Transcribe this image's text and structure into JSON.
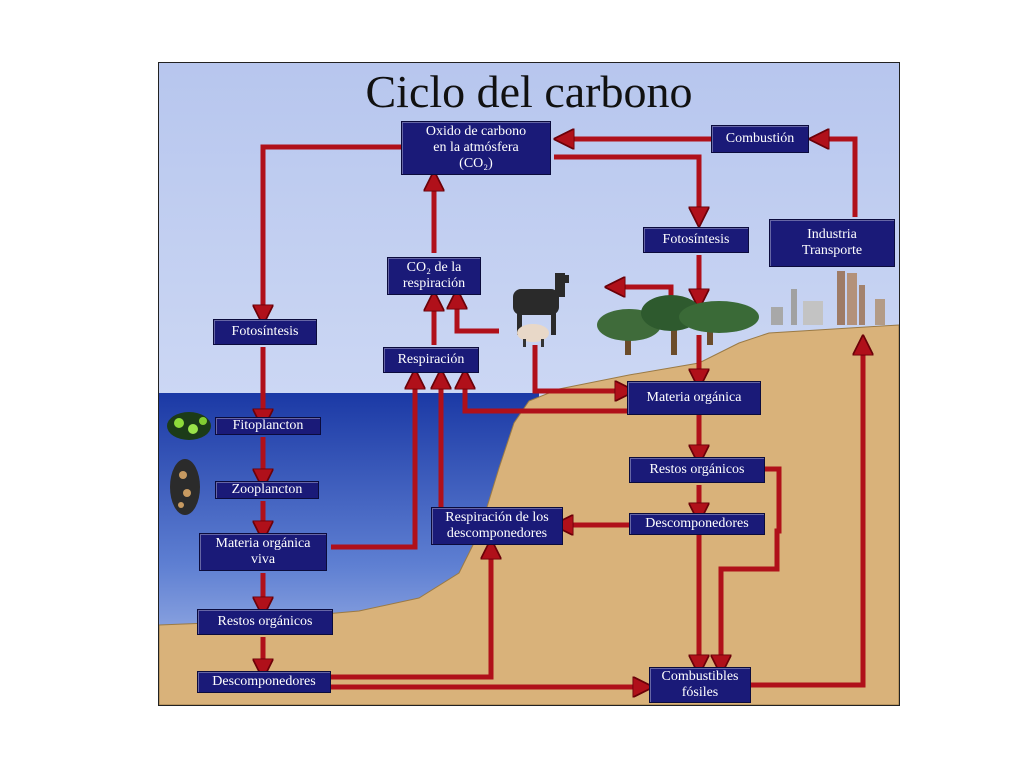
{
  "title": "Ciclo del carbono",
  "nodes": {
    "co2_atm": "Oxido de carbono\nen la atmósfera\n(CO₂)",
    "combustion": "Combustión",
    "industria": "Industria\nTransporte",
    "fotosintesis_land": "Fotosíntesis",
    "co2_resp": "CO₂ de la\nrespiración",
    "fotosintesis_sea": "Fotosíntesis",
    "respiracion": "Respiración",
    "materia_organica": "Materia orgánica",
    "fitoplancton": "Fitoplancton",
    "zooplancton": "Zooplancton",
    "restos_land": "Restos orgánicos",
    "resp_descomp": "Respiración de los\ndescomponedores",
    "descomp_land": "Descomponedores",
    "materia_viva": "Materia orgánica\nviva",
    "restos_sea": "Restos orgánicos",
    "descomp_sea": "Descomponedores",
    "combustibles": "Combustibles\nfósiles"
  },
  "colors": {
    "box": "#1a1a78",
    "arrow": "#b0101a",
    "sky": "#c9d5f2",
    "sea": "#2040a8",
    "land": "#d9b27a"
  }
}
